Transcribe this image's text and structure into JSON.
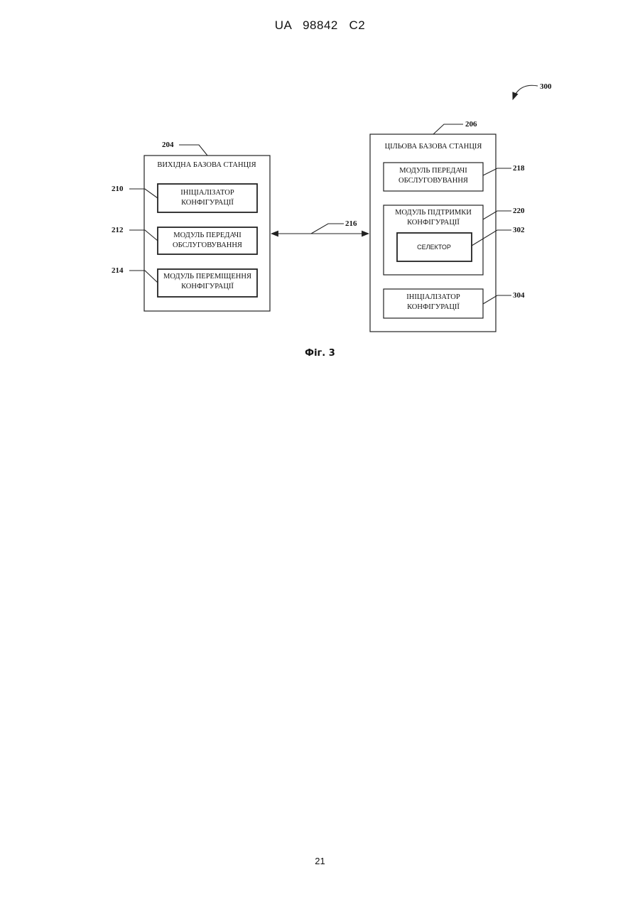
{
  "header": {
    "text": "UA   98842   C2"
  },
  "figure": {
    "ref": "300",
    "caption": "Фіг. 3",
    "link_ref": "216",
    "source_station": {
      "ref": "204",
      "title": "ВИХІДНА БАЗОВА СТАНЦІЯ",
      "modules": [
        {
          "ref": "210",
          "line1": "ІНІЦІАЛІЗАТОР",
          "line2": "КОНФІГУРАЦІЇ"
        },
        {
          "ref": "212",
          "line1": "МОДУЛЬ ПЕРЕДАЧІ",
          "line2": "ОБСЛУГОВУВАННЯ"
        },
        {
          "ref": "214",
          "line1": "МОДУЛЬ ПЕРЕМІЩЕННЯ",
          "line2": "КОНФІГУРАЦІЇ"
        }
      ]
    },
    "target_station": {
      "ref": "206",
      "title": "ЦІЛЬОВА БАЗОВА СТАНЦІЯ",
      "modules": [
        {
          "ref": "218",
          "line1": "МОДУЛЬ ПЕРЕДАЧІ",
          "line2": "ОБСЛУГОВУВАННЯ"
        },
        {
          "ref": "220",
          "line1": "МОДУЛЬ ПІДТРИМКИ",
          "line2": "КОНФІГУРАЦІЇ"
        },
        {
          "ref": "304",
          "line1": "ІНІЦІАЛІЗАТОР",
          "line2": "КОНФІГУРАЦІЇ"
        }
      ],
      "selector": {
        "ref": "302",
        "label": "СЕЛЕКТОР"
      }
    }
  },
  "page_number": "21"
}
